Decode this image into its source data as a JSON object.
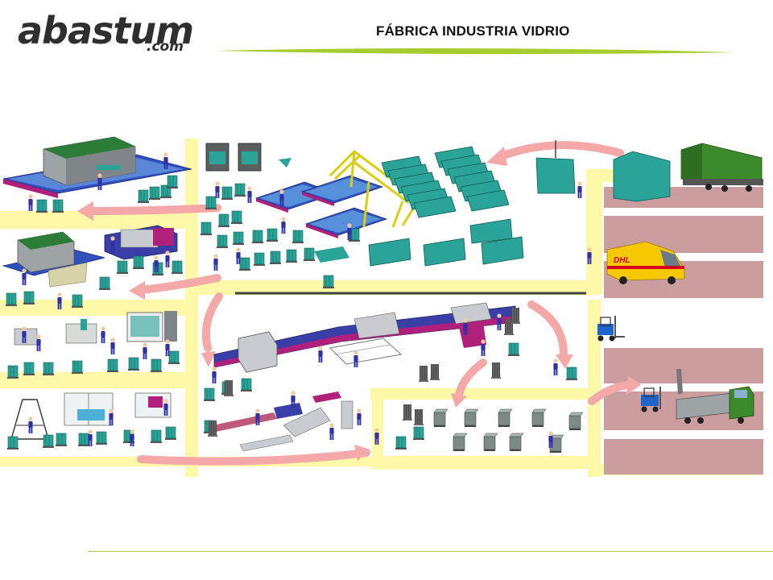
{
  "header": {
    "logo_main": "abastum",
    "logo_dot": ".com",
    "title": "FÁBRICA INDUSTRIA VIDRIO"
  },
  "vehicles": {
    "van_brand": "DHL"
  },
  "colors": {
    "floor": "#fcf8a8",
    "flow_arrow": "#f4a8a8",
    "dock": "#cc9d9e",
    "brand_green": "#8bbf1f",
    "glass_rack": "#2aa398",
    "machine_blue": "#3040b0",
    "machine_magenta": "#b0207a",
    "worker": "#3030a8",
    "crane": "#e0d820",
    "truck_green": "#3c8a2a",
    "van_yellow": "#f5c800"
  }
}
